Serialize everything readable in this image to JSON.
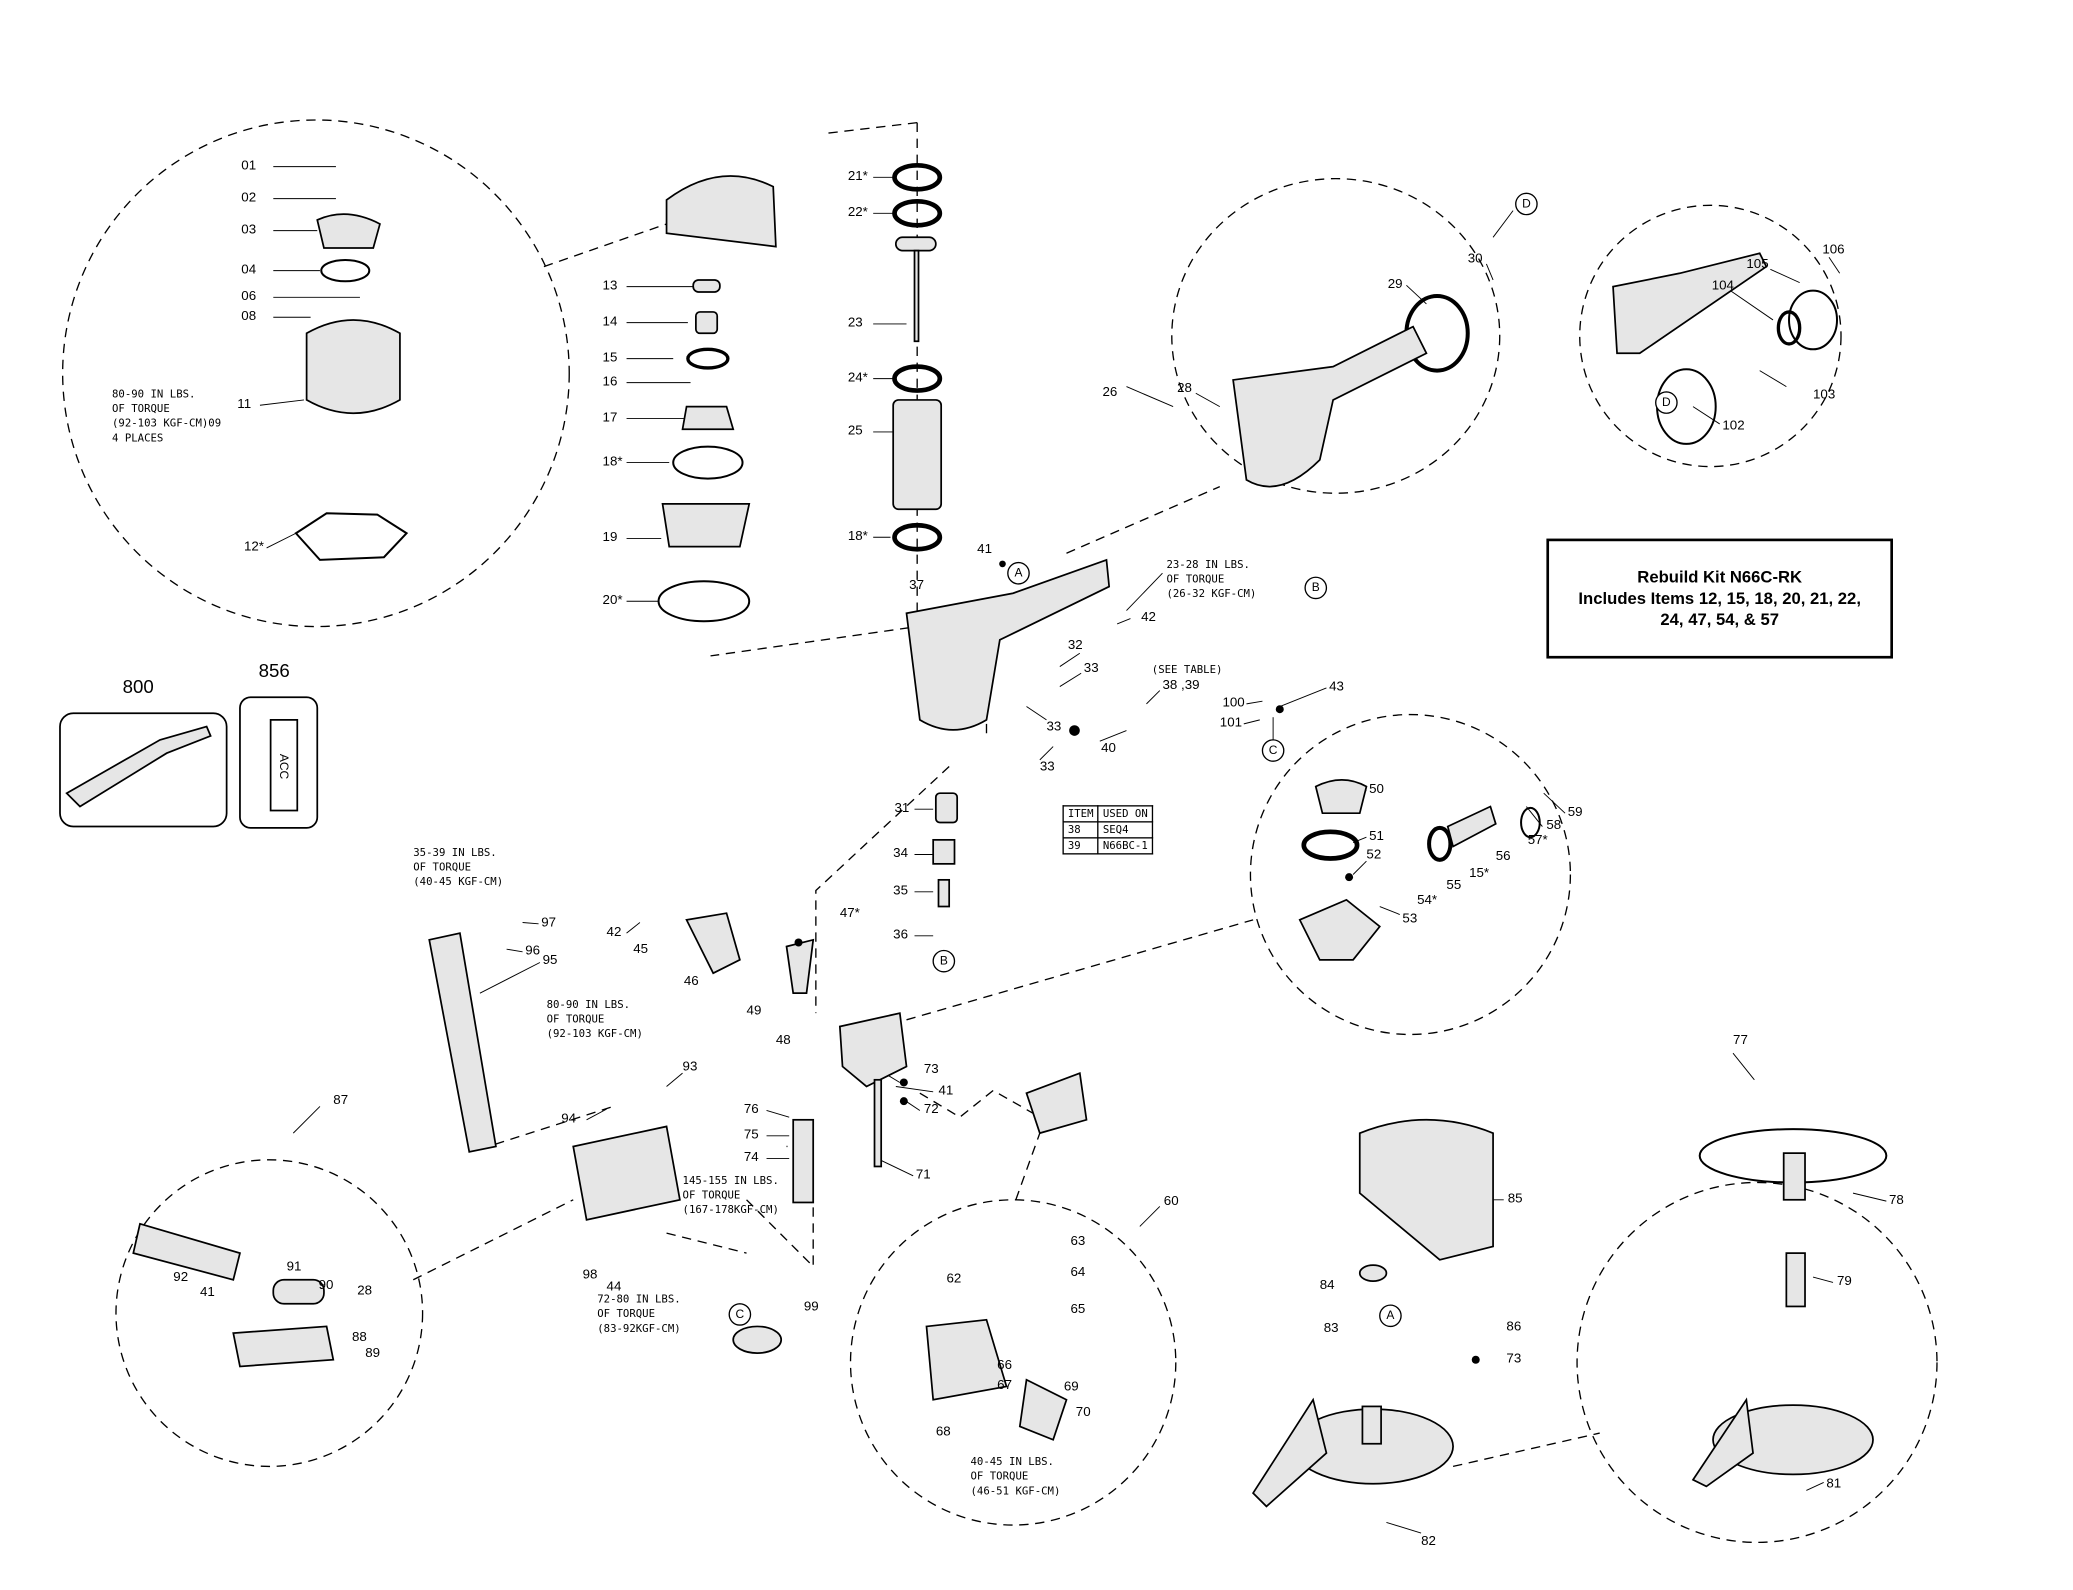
{
  "rebuild_kit": {
    "title": "Rebuild Kit N66C-RK",
    "line1": "Includes Items 12, 15, 18, 20, 21, 22,",
    "line2": "24, 47, 54, & 57"
  },
  "used_on_table": {
    "headers": [
      "ITEM",
      "USED ON"
    ],
    "rows": [
      [
        "38",
        "SEQ4"
      ],
      [
        "39",
        "N66BC-1"
      ]
    ]
  },
  "torque_notes": [
    [
      "80-90 IN LBS.",
      "OF TORQUE",
      "(92-103 KGF-CM)09",
      "4 PLACES"
    ],
    [
      "23-28 IN LBS.",
      "OF TORQUE",
      "(26-32 KGF-CM)"
    ],
    [
      "35-39 IN LBS.",
      "OF TORQUE",
      "(40-45 KGF-CM)"
    ],
    [
      "80-90 IN LBS.",
      "OF TORQUE",
      "(92-103 KGF-CM)"
    ],
    [
      "145-155 IN LBS.",
      "OF TORQUE",
      "(167-178KGF-CM)"
    ],
    [
      "72-80 IN LBS.",
      "OF TORQUE",
      "(83-92KGF-CM)"
    ],
    [
      "40-45 IN LBS.",
      "OF TORQUE",
      "(46-51 KGF-CM)"
    ]
  ],
  "see_table": "(SEE TABLE)",
  "ref_markers": [
    "D",
    "D",
    "A",
    "B",
    "C",
    "B",
    "C",
    "A"
  ],
  "accessory_labels": [
    "800",
    "856"
  ],
  "accessory_856_text": "ACC",
  "callouts": [
    "01",
    "02",
    "03",
    "04",
    "06",
    "08",
    "11",
    "12*",
    "13",
    "14",
    "15",
    "16",
    "17",
    "18*",
    "19",
    "20*",
    "21*",
    "22*",
    "23",
    "24*",
    "25",
    "18*",
    "26",
    "28",
    "29",
    "30",
    "106",
    "105",
    "104",
    "103",
    "102",
    "41",
    "37",
    "42",
    "32",
    "33",
    "33",
    "33",
    "40",
    "38 ,39",
    "43",
    "100",
    "101",
    "31",
    "34",
    "35",
    "36",
    "47*",
    "50",
    "51",
    "52",
    "53",
    "54*",
    "55",
    "15*",
    "56",
    "57*",
    "58",
    "59",
    "97",
    "96",
    "95",
    "42",
    "45",
    "46",
    "49",
    "48",
    "93",
    "94",
    "73",
    "41",
    "72",
    "71",
    "76",
    "75",
    "74",
    "98",
    "44",
    "99",
    "87",
    "92",
    "41",
    "91",
    "90",
    "28",
    "88",
    "89",
    "60",
    "63",
    "64",
    "62",
    "65",
    "66",
    "67",
    "69",
    "70",
    "68",
    "77",
    "85",
    "84",
    "83",
    "86",
    "73",
    "82",
    "78",
    "79",
    "81"
  ]
}
